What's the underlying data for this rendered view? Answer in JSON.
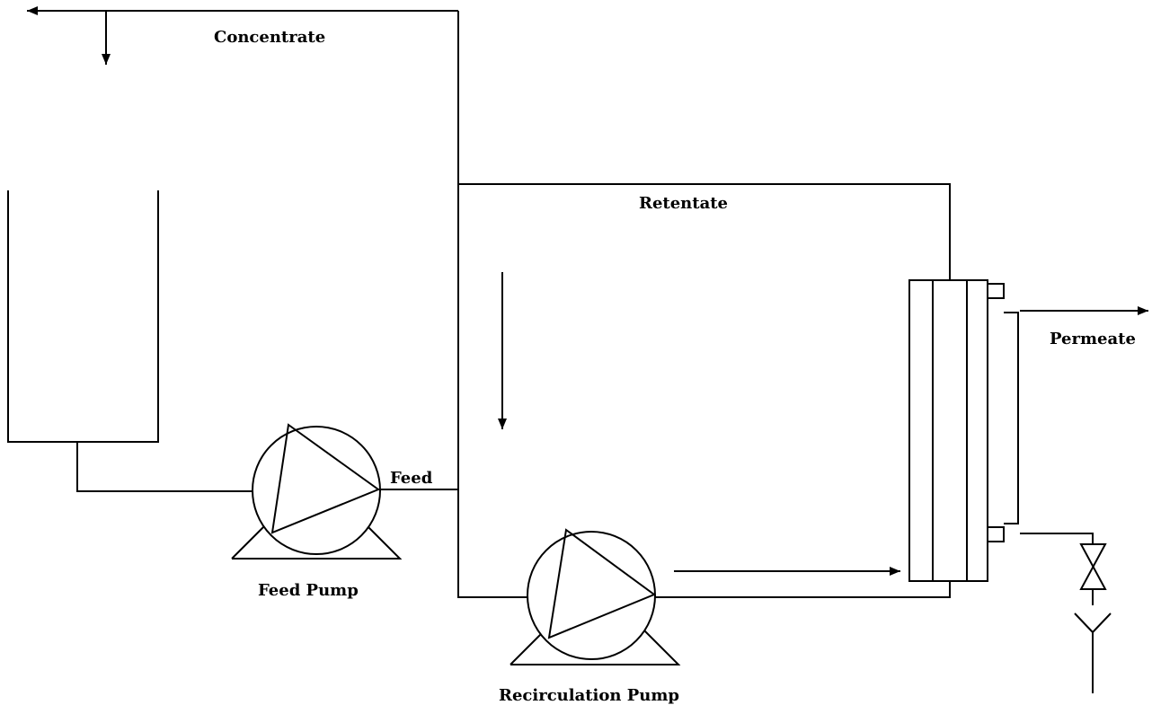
{
  "labels": {
    "concentrate": "Concentrate",
    "retentate": "Retentate",
    "permeate": "Permeate",
    "feed": "Feed",
    "feed_pump": "Feed Pump",
    "recirculation_pump": "Recirculation Pump"
  },
  "colors": {
    "line": "#000000",
    "background": "#ffffff"
  }
}
